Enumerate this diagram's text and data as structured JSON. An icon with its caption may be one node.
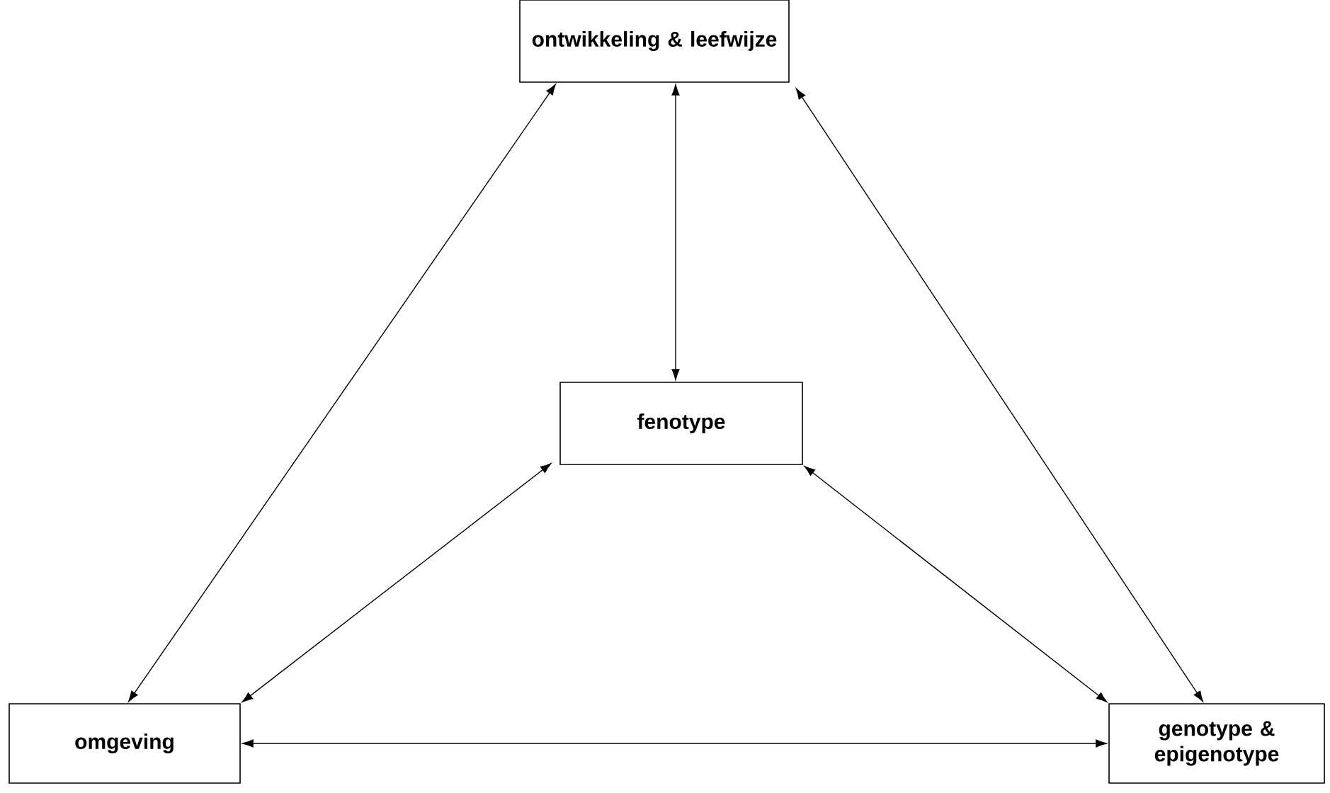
{
  "diagram": {
    "nodes": [
      {
        "text": [
          "ontwikkeling & leefwijze"
        ]
      },
      {
        "text": [
          "fenotype"
        ]
      },
      {
        "text": [
          "omgeving"
        ]
      },
      {
        "text": [
          "genotype & epigenotype"
        ]
      }
    ],
    "edges": [
      {
        "from": 0,
        "to": 1,
        "arrow": "both"
      },
      {
        "from": 0,
        "to": 2,
        "arrow": "both"
      },
      {
        "from": 0,
        "to": 3,
        "arrow": "both"
      },
      {
        "from": 1,
        "to": 2,
        "arrow": "both"
      },
      {
        "from": 1,
        "to": 3,
        "arrow": "both"
      },
      {
        "from": 2,
        "to": 3,
        "arrow": "both"
      }
    ]
  }
}
